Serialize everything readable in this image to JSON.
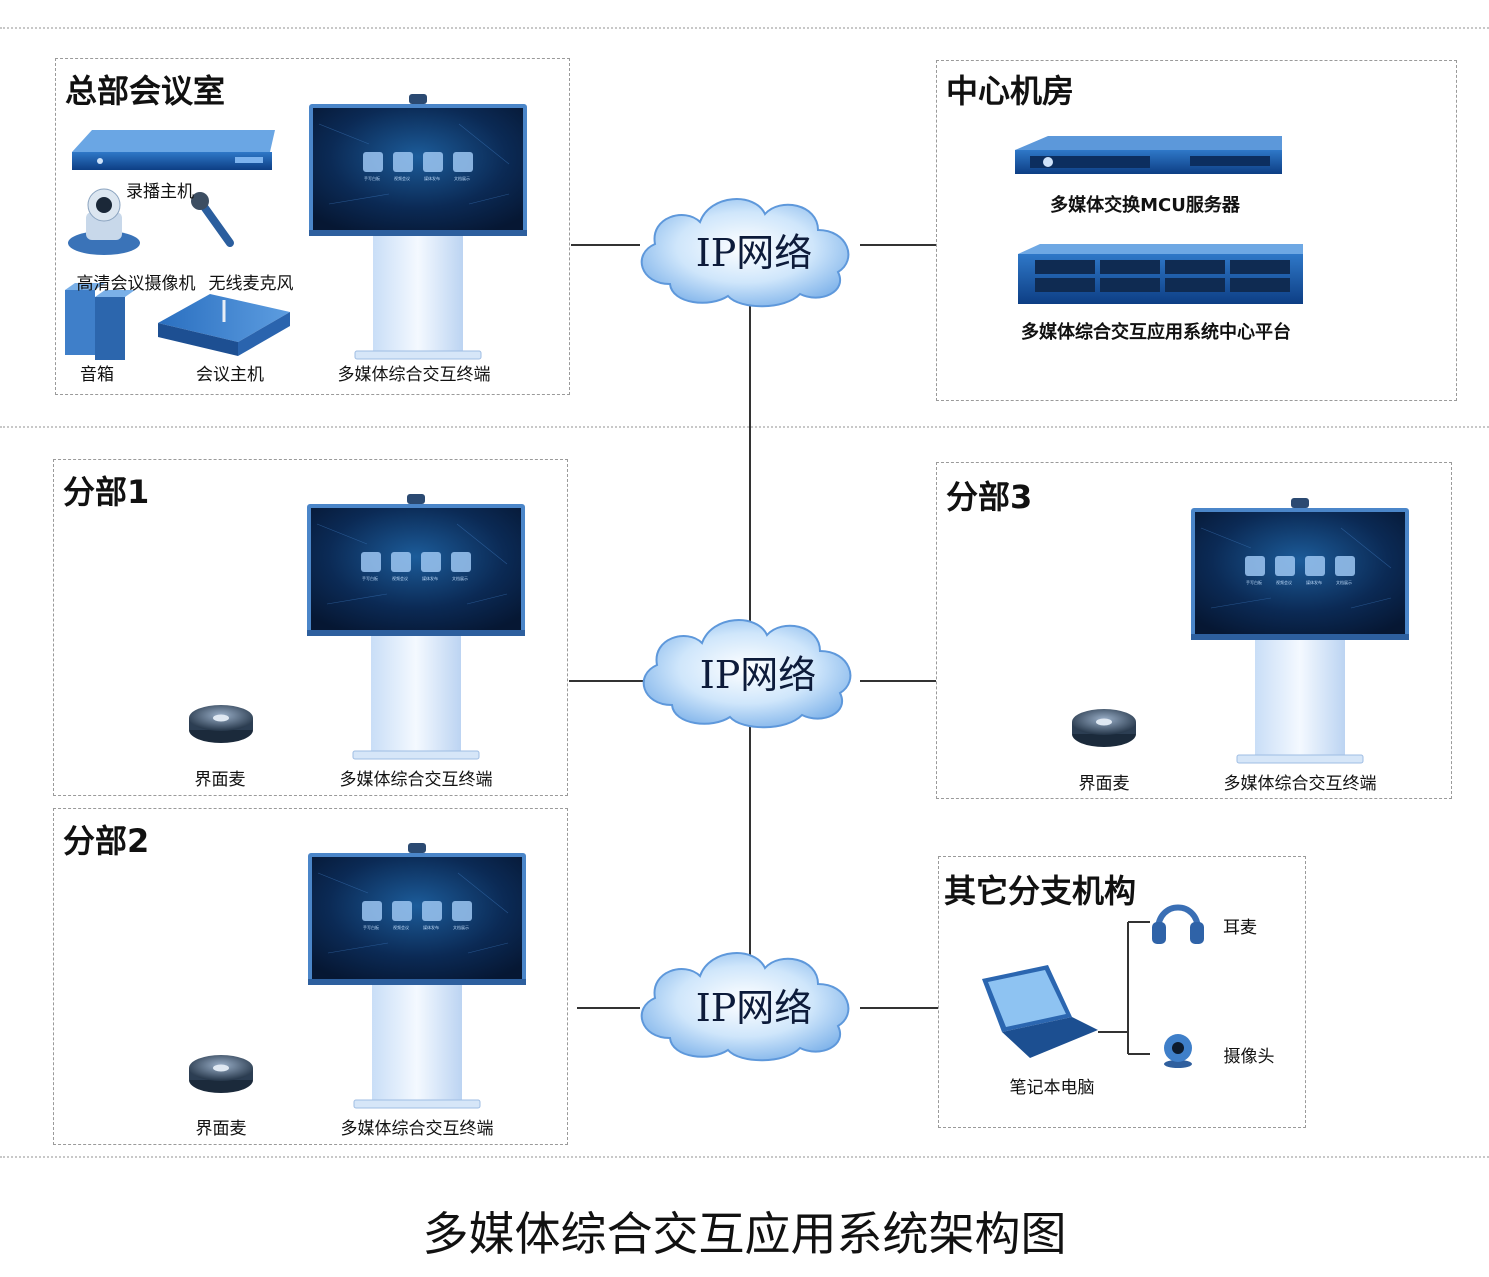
{
  "title": "多媒体综合交互应用系统架构图",
  "network_label": "IP网络",
  "panels": {
    "hq": {
      "title": "总部会议室",
      "labels": {
        "recorder": "录播主机",
        "camera": "高清会议摄像机",
        "mic": "无线麦克风",
        "speaker": "音箱",
        "conf_host": "会议主机",
        "terminal": "多媒体综合交互终端"
      }
    },
    "center": {
      "title": "中心机房",
      "labels": {
        "mcu": "多媒体交换MCU服务器",
        "platform": "多媒体综合交互应用系统中心平台"
      }
    },
    "branch1": {
      "title": "分部1",
      "labels": {
        "mic": "界面麦",
        "terminal": "多媒体综合交互终端"
      }
    },
    "branch2": {
      "title": "分部2",
      "labels": {
        "mic": "界面麦",
        "terminal": "多媒体综合交互终端"
      }
    },
    "branch3": {
      "title": "分部3",
      "labels": {
        "mic": "界面麦",
        "terminal": "多媒体综合交互终端"
      }
    },
    "other": {
      "title": "其它分支机构",
      "labels": {
        "headset": "耳麦",
        "webcam": "摄像头",
        "laptop": "笔记本电脑"
      }
    }
  },
  "screen_apps": [
    "手写白板",
    "视频会议",
    "媒体发布",
    "文档展示"
  ]
}
